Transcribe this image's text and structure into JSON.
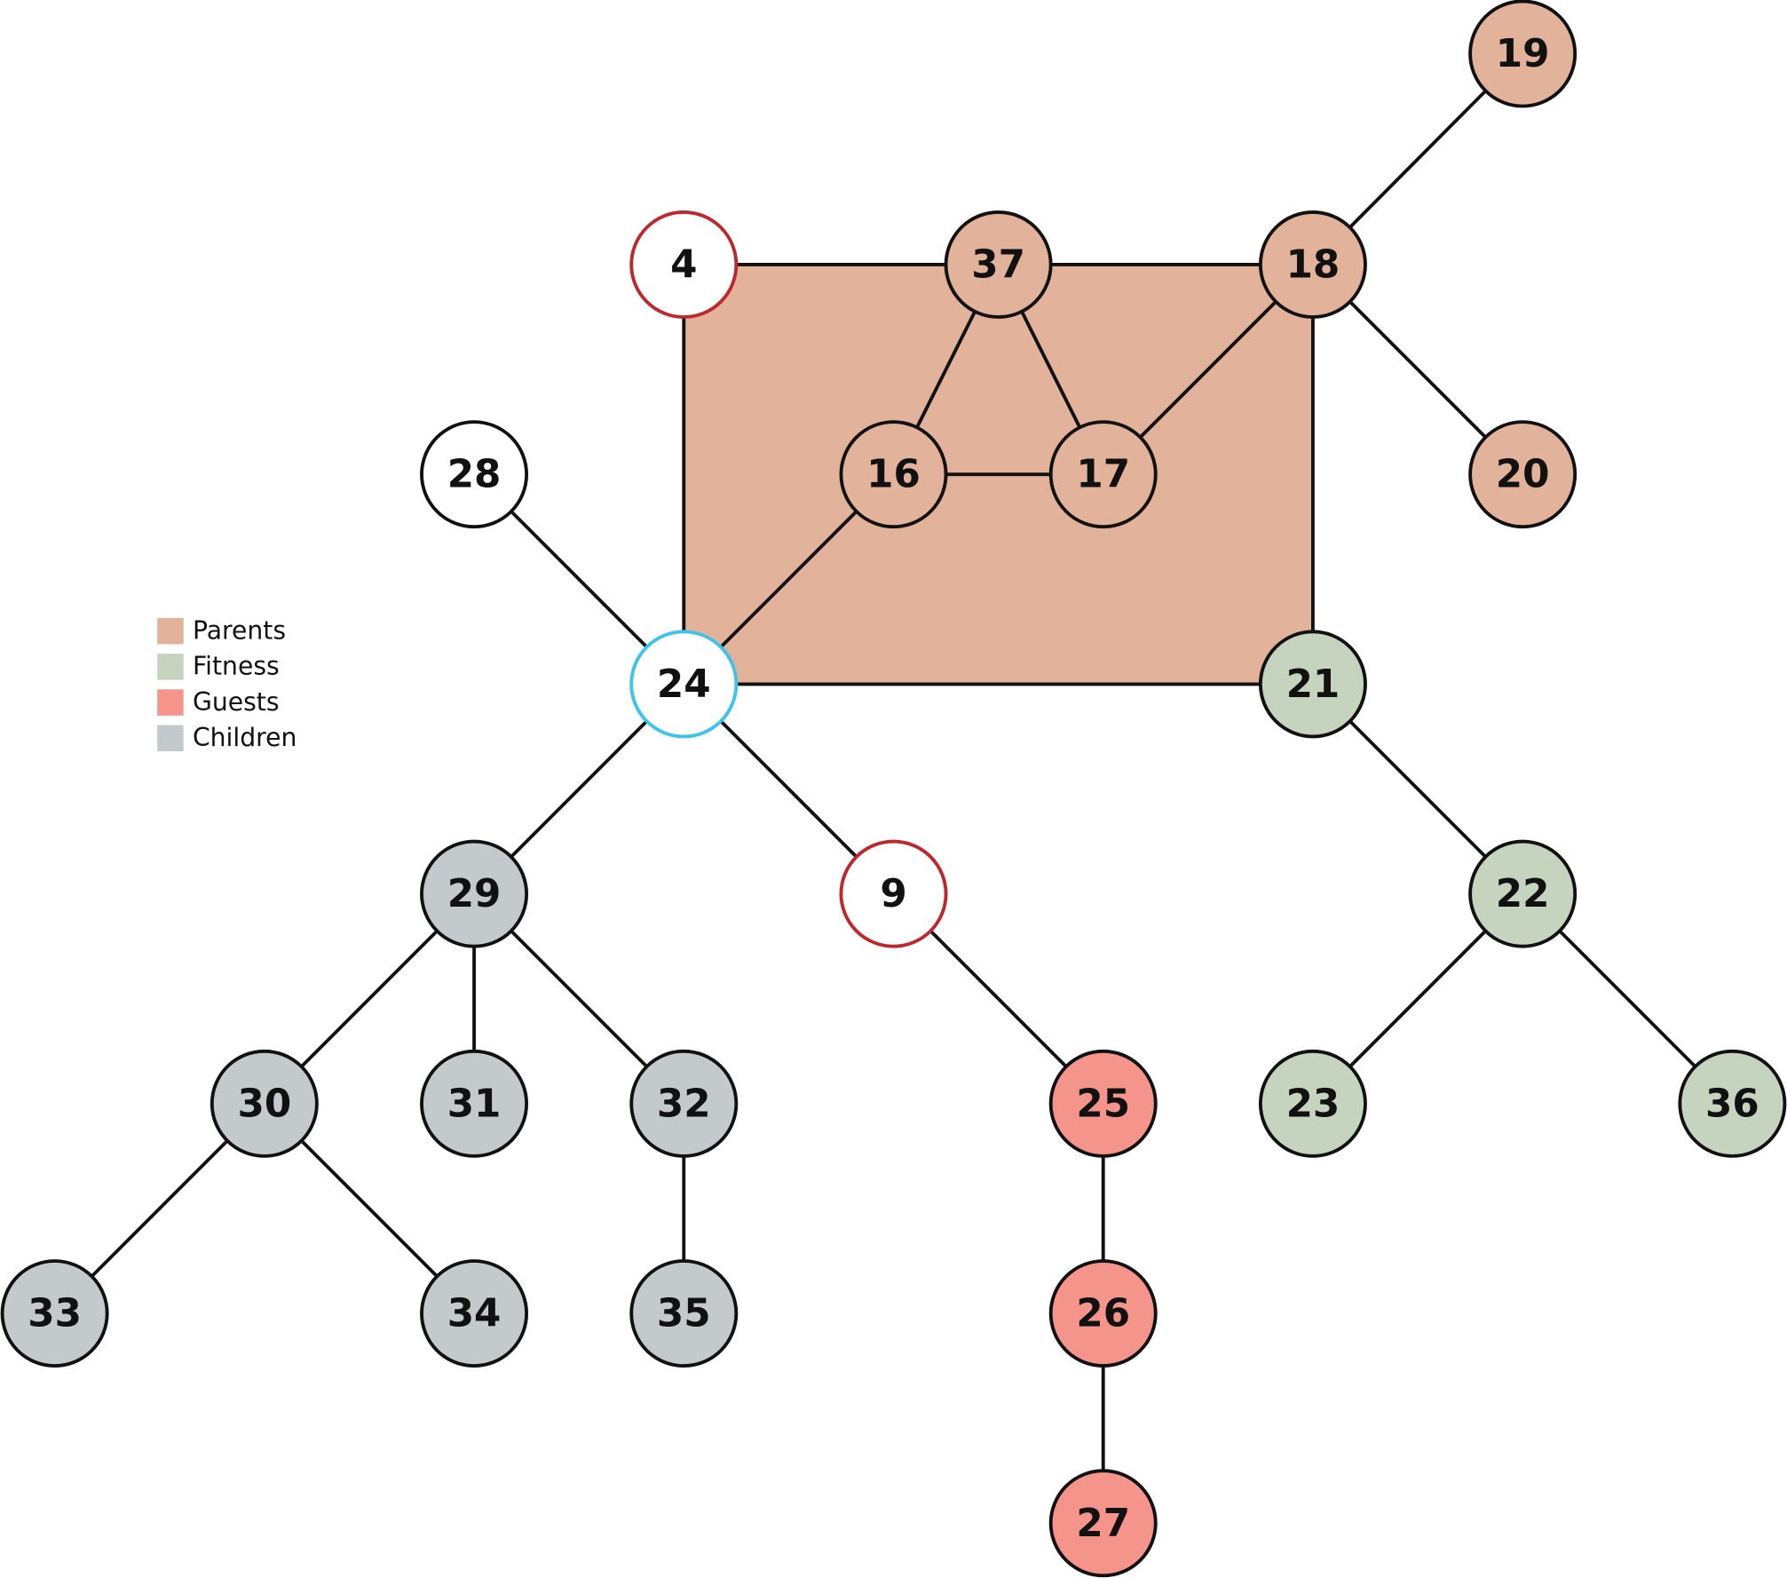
{
  "legend": [
    {
      "label": "Parents",
      "color": "#e2b29b"
    },
    {
      "label": "Fitness",
      "color": "#c5d3bf"
    },
    {
      "label": "Guests",
      "color": "#f5948b"
    },
    {
      "label": "Children",
      "color": "#c4cacc"
    }
  ],
  "highlight_group": {
    "group": "Parents",
    "color": "#e2b29b"
  },
  "nodes": [
    {
      "id": "19",
      "group": "Parents"
    },
    {
      "id": "4",
      "group": "none",
      "stroke": "#c0272d"
    },
    {
      "id": "37",
      "group": "Parents"
    },
    {
      "id": "18",
      "group": "Parents"
    },
    {
      "id": "28",
      "group": "none",
      "stroke": "#111111"
    },
    {
      "id": "16",
      "group": "Parents"
    },
    {
      "id": "17",
      "group": "Parents"
    },
    {
      "id": "20",
      "group": "Parents"
    },
    {
      "id": "24",
      "group": "none",
      "stroke": "#3cc4ee"
    },
    {
      "id": "21",
      "group": "Fitness"
    },
    {
      "id": "29",
      "group": "Children"
    },
    {
      "id": "9",
      "group": "none",
      "stroke": "#c0272d"
    },
    {
      "id": "22",
      "group": "Fitness"
    },
    {
      "id": "30",
      "group": "Children"
    },
    {
      "id": "31",
      "group": "Children"
    },
    {
      "id": "32",
      "group": "Children"
    },
    {
      "id": "25",
      "group": "Guests"
    },
    {
      "id": "23",
      "group": "Fitness"
    },
    {
      "id": "36",
      "group": "Fitness"
    },
    {
      "id": "33",
      "group": "Children"
    },
    {
      "id": "34",
      "group": "Children"
    },
    {
      "id": "35",
      "group": "Children"
    },
    {
      "id": "26",
      "group": "Guests"
    },
    {
      "id": "27",
      "group": "Guests"
    }
  ],
  "edges": [
    [
      "4",
      "37"
    ],
    [
      "37",
      "18"
    ],
    [
      "18",
      "19"
    ],
    [
      "18",
      "20"
    ],
    [
      "37",
      "16"
    ],
    [
      "37",
      "17"
    ],
    [
      "16",
      "17"
    ],
    [
      "18",
      "17"
    ],
    [
      "4",
      "24"
    ],
    [
      "18",
      "21"
    ],
    [
      "24",
      "21"
    ],
    [
      "28",
      "24"
    ],
    [
      "16",
      "24"
    ],
    [
      "24",
      "29"
    ],
    [
      "24",
      "9"
    ],
    [
      "21",
      "22"
    ],
    [
      "29",
      "30"
    ],
    [
      "29",
      "31"
    ],
    [
      "29",
      "32"
    ],
    [
      "9",
      "25"
    ],
    [
      "22",
      "23"
    ],
    [
      "22",
      "36"
    ],
    [
      "30",
      "33"
    ],
    [
      "30",
      "34"
    ],
    [
      "32",
      "35"
    ],
    [
      "25",
      "26"
    ],
    [
      "26",
      "27"
    ]
  ]
}
